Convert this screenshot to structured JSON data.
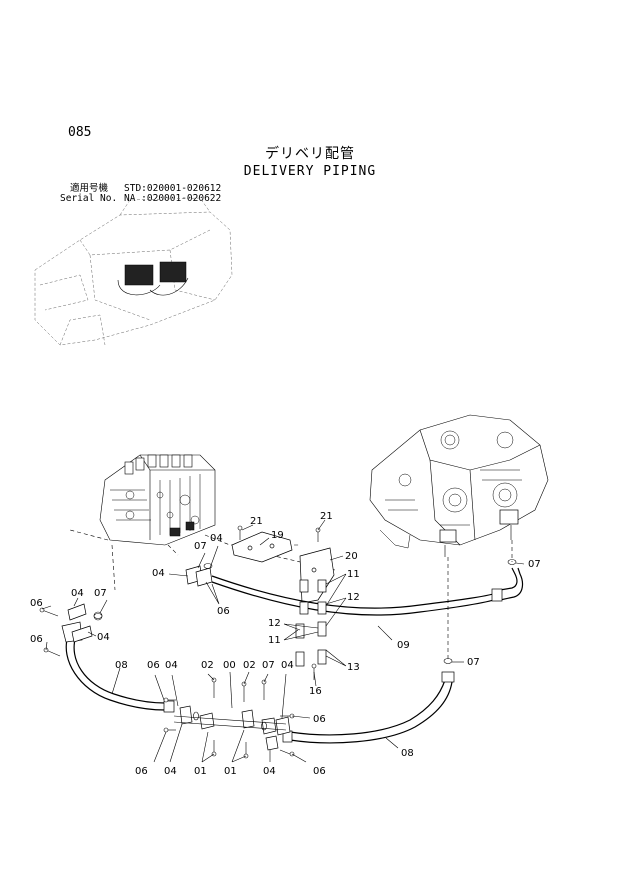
{
  "header": {
    "page_number": "085",
    "title_jp": "デリベリ配管",
    "title_en": "DELIVERY PIPING"
  },
  "serial": {
    "line1_label": "適用号機",
    "line1_value": "STD:020001-020612",
    "line2_label": "Serial No.",
    "line2_value": "NA :020001-020622"
  },
  "callouts": [
    "00",
    "01",
    "02",
    "04",
    "06",
    "07",
    "08",
    "09",
    "11",
    "12",
    "13",
    "16",
    "19",
    "20",
    "21"
  ],
  "parts": {
    "00": "00",
    "01": "01",
    "02": "02",
    "04": "04",
    "06": "06",
    "07": "07",
    "08": "08",
    "09": "09",
    "11": "11",
    "12": "12",
    "13": "13",
    "16": "16",
    "19": "19",
    "20": "20",
    "21": "21"
  }
}
